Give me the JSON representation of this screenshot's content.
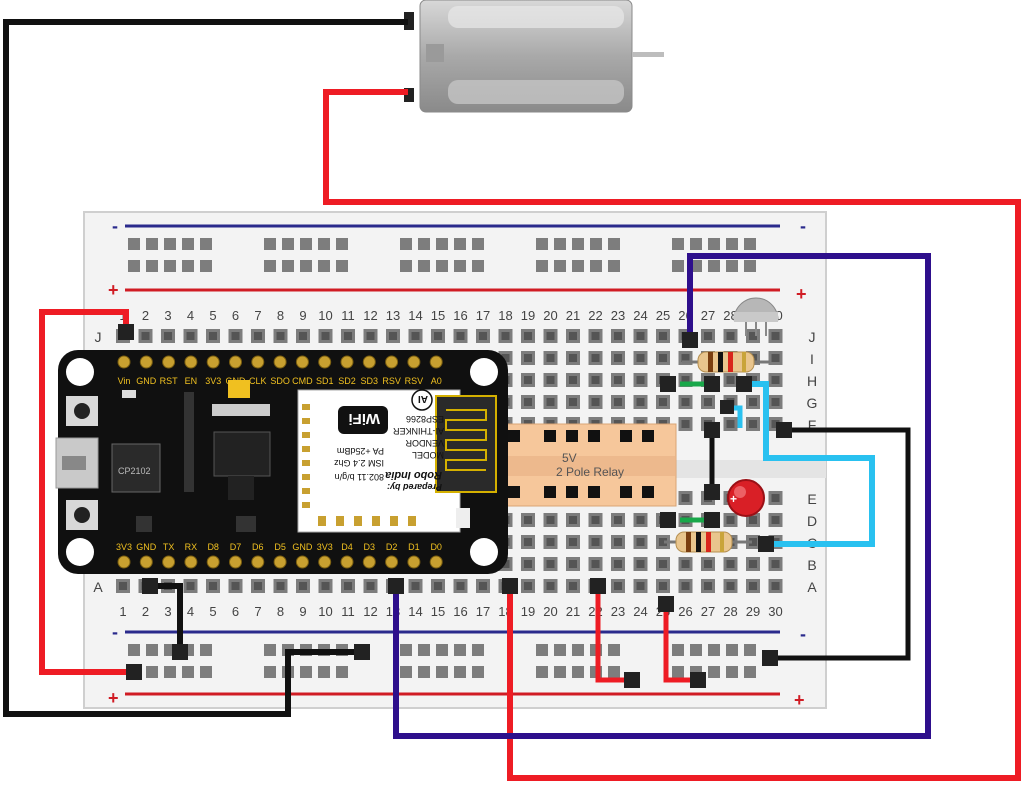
{
  "breadboard": {
    "row_letters_top": [
      "J",
      "I",
      "H",
      "G",
      "F"
    ],
    "row_letters_bottom": [
      "E",
      "D",
      "C",
      "B",
      "A"
    ],
    "columns": [
      "1",
      "2",
      "3",
      "4",
      "5",
      "6",
      "7",
      "8",
      "9",
      "10",
      "11",
      "12",
      "13",
      "14",
      "15",
      "16",
      "17",
      "18",
      "19",
      "20",
      "21",
      "22",
      "23",
      "24",
      "25",
      "26",
      "27",
      "28",
      "29",
      "30"
    ],
    "rail_minus": "-",
    "rail_plus": "+"
  },
  "nodemcu": {
    "top_pins": [
      "Vin",
      "GND",
      "RST",
      "EN",
      "3V3",
      "GND",
      "CLK",
      "SDO",
      "CMD",
      "SD1",
      "SD2",
      "SD3",
      "RSV",
      "RSV",
      "A0"
    ],
    "bottom_pins": [
      "3V3",
      "GND",
      "TX",
      "RX",
      "D8",
      "D7",
      "D6",
      "D5",
      "GND",
      "3V3",
      "D4",
      "D3",
      "D2",
      "D1",
      "D0"
    ],
    "usb_chip_label": "CP2102",
    "module": {
      "line1": "802.11 b/g/n",
      "line2": "ISM 2.4 Ghz",
      "line3": "PA +25dBm",
      "line4": "ESP8266",
      "line5": "AI-THINKER",
      "line6": "VENDOR",
      "line7": "MODEL",
      "brand": "Robo India",
      "prepared": "Prepared by:",
      "wifi_logo": "WiFi",
      "ai_logo": "AI"
    }
  },
  "relay": {
    "line1": "5V",
    "line2": "2 Pole Relay"
  },
  "colors": {
    "wire_red": "#ee1c24",
    "wire_black": "#111111",
    "wire_purple": "#2e0f8c",
    "wire_cyan": "#29c1f0",
    "wire_green": "#19a84a",
    "board_bg": "#f3f3f3",
    "mcu_bg": "#101010",
    "relay_bg": "#f6c79b"
  }
}
